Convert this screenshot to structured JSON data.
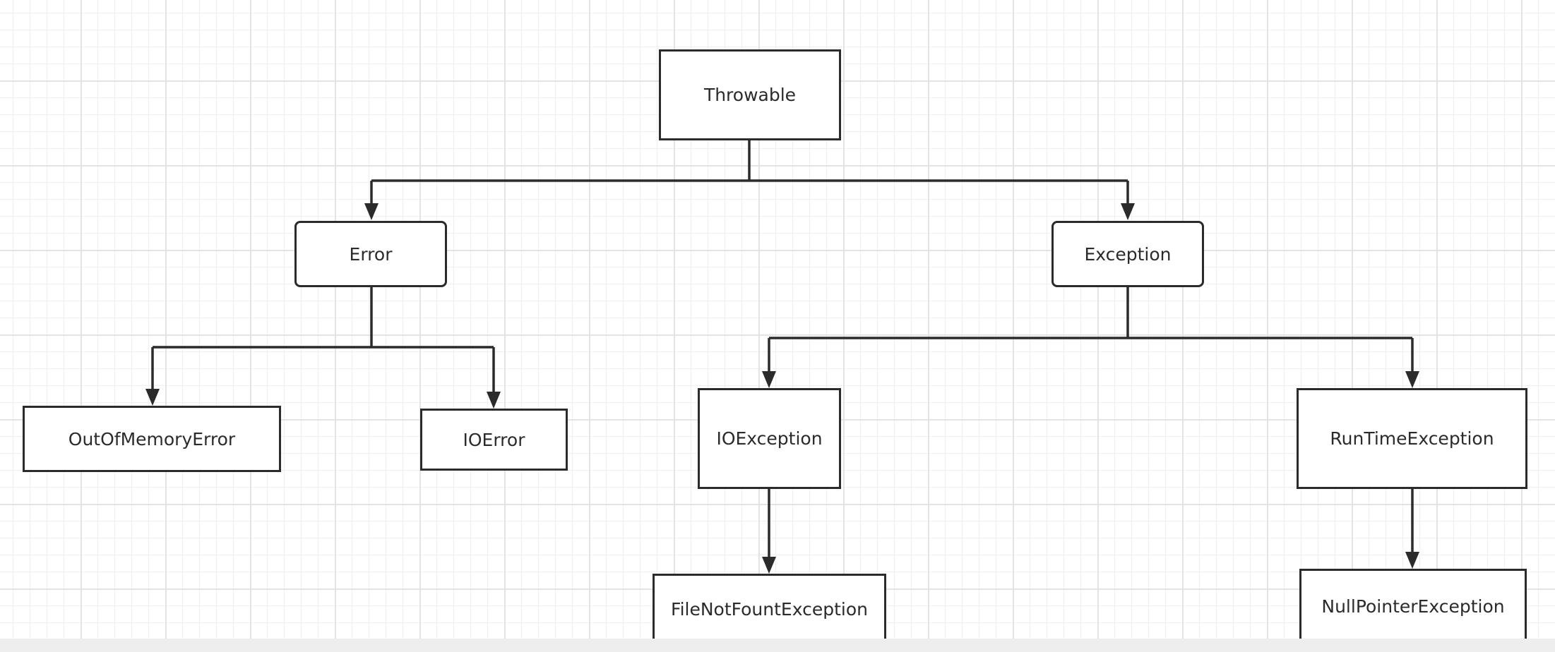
{
  "diagram": {
    "nodes": [
      {
        "id": "throwable",
        "label": "Throwable"
      },
      {
        "id": "error",
        "label": "Error"
      },
      {
        "id": "exception",
        "label": "Exception"
      },
      {
        "id": "out-of-memory-error",
        "label": "OutOfMemoryError"
      },
      {
        "id": "io-error",
        "label": "IOError"
      },
      {
        "id": "io-exception",
        "label": "IOException"
      },
      {
        "id": "runtime-exception",
        "label": "RunTimeException"
      },
      {
        "id": "file-not-fount-exception",
        "label": "FileNotFountException"
      },
      {
        "id": "null-pointer-exception",
        "label": "NullPointerException"
      }
    ],
    "edges": [
      {
        "from": "throwable",
        "to": "error"
      },
      {
        "from": "throwable",
        "to": "exception"
      },
      {
        "from": "error",
        "to": "out-of-memory-error"
      },
      {
        "from": "error",
        "to": "io-error"
      },
      {
        "from": "exception",
        "to": "io-exception"
      },
      {
        "from": "exception",
        "to": "runtime-exception"
      },
      {
        "from": "io-exception",
        "to": "file-not-fount-exception"
      },
      {
        "from": "runtime-exception",
        "to": "null-pointer-exception"
      }
    ],
    "colors": {
      "line": "#2b2b2b",
      "box_border": "#2b2b2b",
      "text": "#2b2b2b"
    }
  }
}
